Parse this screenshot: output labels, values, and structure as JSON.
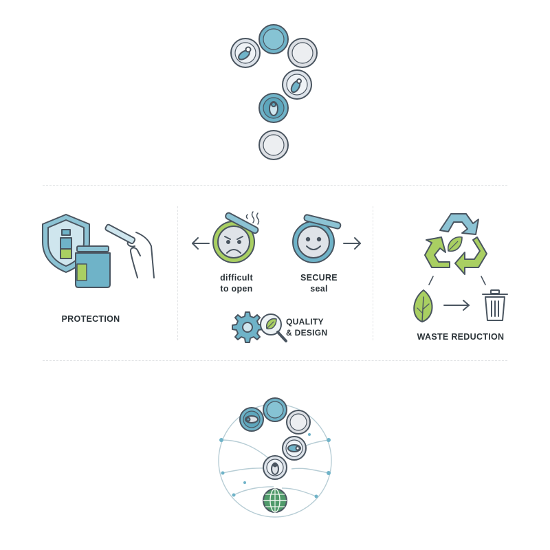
{
  "sections": {
    "protection": {
      "label": "PROTECTION"
    },
    "opening": {
      "difficult_label": "difficult\nto open",
      "secure_label": "SECURE\nseal"
    },
    "quality": {
      "label": "QUALITY\n& DESIGN"
    },
    "waste": {
      "label": "WASTE REDUCTION"
    }
  },
  "icons": {
    "top": "question-mark-of-can-lids-icon",
    "protection": "shield-jar-hand-icon",
    "difficult": "angry-lid-icon",
    "secure": "smiling-lid-icon",
    "quality": "gear-magnifier-leaf-icon",
    "recycle": "recycle-arrows-icon",
    "leaf": "leaf-icon",
    "trash": "trash-bin-icon",
    "bottom": "lids-globe-network-icon"
  },
  "colors": {
    "teal": "#6fb3c8",
    "teal_dark": "#3f8ea6",
    "light_blue": "#cfe6ee",
    "lime": "#a9cf62",
    "grey_lid": "#dcdfe4",
    "outline": "#4a5560"
  }
}
